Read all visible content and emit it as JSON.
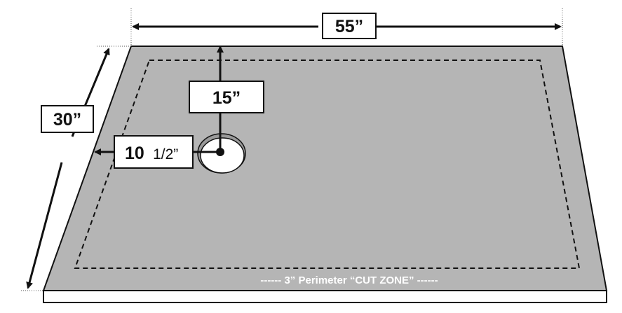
{
  "diagram": {
    "width_label": "55”",
    "length_label": "30”",
    "drain_from_back_label": "15”",
    "drain_from_side_whole": "10",
    "drain_from_side_fraction": "1/2”",
    "cut_zone_label": "------ 3” Perimeter “CUT ZONE” ------"
  },
  "colors": {
    "pan_top": "#b5b5b5",
    "pan_edge": "#ffffff",
    "outline": "#111111",
    "drain_fill": "#ffffff",
    "cut_zone_text": "#ffffff"
  }
}
